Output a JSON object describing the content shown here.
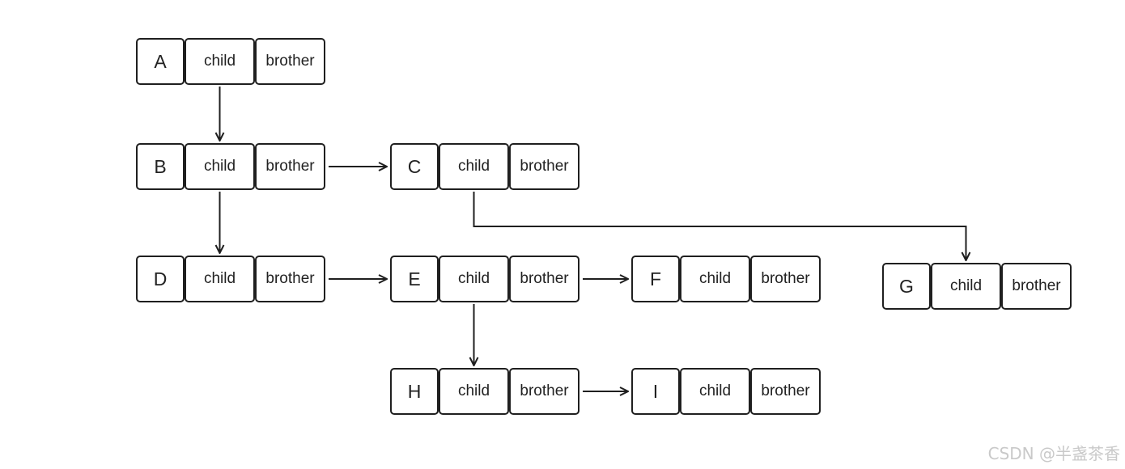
{
  "nodes": [
    {
      "id": "A",
      "name": "A",
      "child_label": "child",
      "brother_label": "brother"
    },
    {
      "id": "B",
      "name": "B",
      "child_label": "child",
      "brother_label": "brother"
    },
    {
      "id": "C",
      "name": "C",
      "child_label": "child",
      "brother_label": "brother"
    },
    {
      "id": "D",
      "name": "D",
      "child_label": "child",
      "brother_label": "brother"
    },
    {
      "id": "E",
      "name": "E",
      "child_label": "child",
      "brother_label": "brother"
    },
    {
      "id": "F",
      "name": "F",
      "child_label": "child",
      "brother_label": "brother"
    },
    {
      "id": "G",
      "name": "G",
      "child_label": "child",
      "brother_label": "brother"
    },
    {
      "id": "H",
      "name": "H",
      "child_label": "child",
      "brother_label": "brother"
    },
    {
      "id": "I",
      "name": "I",
      "child_label": "child",
      "brother_label": "brother"
    }
  ],
  "edges": [
    {
      "from": "A",
      "to": "B",
      "kind": "child"
    },
    {
      "from": "B",
      "to": "D",
      "kind": "child"
    },
    {
      "from": "B",
      "to": "C",
      "kind": "brother"
    },
    {
      "from": "C",
      "to": "G",
      "kind": "child"
    },
    {
      "from": "D",
      "to": "E",
      "kind": "brother"
    },
    {
      "from": "E",
      "to": "F",
      "kind": "brother"
    },
    {
      "from": "E",
      "to": "H",
      "kind": "child"
    },
    {
      "from": "H",
      "to": "I",
      "kind": "brother"
    }
  ],
  "watermark": "CSDN @半盏茶香"
}
